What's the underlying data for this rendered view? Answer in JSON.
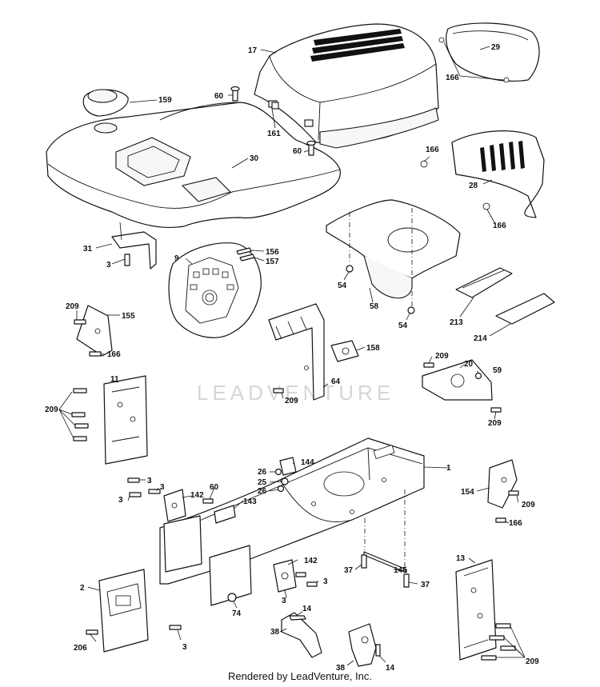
{
  "watermark": "LEADVENTURE",
  "footer": "Rendered by LeadVenture, Inc.",
  "callouts": {
    "hood": "17",
    "hood_lens": "29",
    "hood_screws": "166",
    "cup": "159",
    "fender_screw_left": "60",
    "bumper": "161",
    "fender_screw_right": "60",
    "fender": "30",
    "grille_screw_top": "166",
    "grille": "28",
    "grille_screw_bottom": "166",
    "bracket_left": "31",
    "bracket_screw": "3",
    "dash_panel": "9",
    "decal_a": "156",
    "decal_b": "157",
    "hood_bracket_155": "155",
    "bolt_209_a": "209",
    "screw_166_a": "166",
    "battery_tray": "58",
    "nut_54_left": "54",
    "nut_54_right": "54",
    "shield_213": "213",
    "decal_214": "214",
    "clamp": "158",
    "dash_support": "64",
    "bolt_209_b": "209",
    "plate_20": "20",
    "bolt_209_c": "209",
    "nut_59": "59",
    "bolt_209_d": "209",
    "dash_bracket_11": "11",
    "bolt_209_e": "209",
    "frame": "1",
    "clip_144": "144",
    "bolt_26_a": "26",
    "washer_25": "25",
    "bolt_26_b": "26",
    "bolt_3_a": "3",
    "bolt_3_b": "3",
    "bolt_3_c": "3",
    "bracket_142_a": "142",
    "bolt_60": "60",
    "part_143": "143",
    "bracket_154": "154",
    "bolt_209_f": "209",
    "screw_166_b": "166",
    "bracket_142_b": "142",
    "bolt_3_d": "3",
    "bolt_3_e": "3",
    "bolt_37_a": "37",
    "rod_145": "145",
    "bolt_37_b": "37",
    "hitch_13": "13",
    "front_plate_2": "2",
    "nut_74": "74",
    "screw_206": "206",
    "bolt_3_f": "3",
    "spring_14_a": "14",
    "lever_38_a": "38",
    "lever_38_b": "38",
    "spring_14_b": "14",
    "bolt_209_g": "209"
  }
}
